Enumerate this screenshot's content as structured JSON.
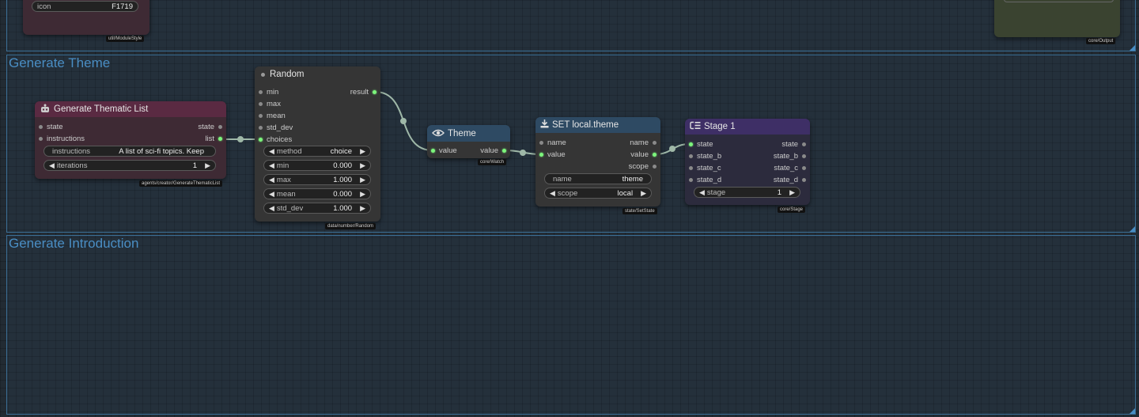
{
  "groups": [
    {
      "title": ""
    },
    {
      "title": "Generate Theme"
    },
    {
      "title": "Generate Introduction"
    }
  ],
  "colors": {
    "thematic_title": "#5a2a42",
    "thematic_body": "#3e2a34",
    "watch_title": "#2e4a63",
    "stage_title": "#3e2f66",
    "stage_body": "#2c2b3d",
    "output_body": "#3a4330",
    "style_body": "#3e2a34",
    "slot_on": "#7cf57c",
    "group_title": "#4a8ec4"
  },
  "style_node": {
    "icon_label": "icon",
    "icon_value": "F1719",
    "tag": "util/ModuleStyle"
  },
  "output_node": {
    "tag": "core/Output"
  },
  "thematic": {
    "title": "Generate Thematic List",
    "icon": "robot-icon",
    "inputs": [
      "state",
      "instructions"
    ],
    "outputs": [
      "state",
      "list"
    ],
    "instructions_label": "instructions",
    "instructions_value": "A list of sci-fi topics. Keep",
    "iterations_label": "iterations",
    "iterations_value": "1",
    "tag": "agents/creator/GenerateThematicList"
  },
  "random": {
    "title": "Random",
    "inputs": [
      "min",
      "max",
      "mean",
      "std_dev",
      "choices"
    ],
    "output": "result",
    "widgets": [
      {
        "label": "method",
        "value": "choice"
      },
      {
        "label": "min",
        "value": "0.000"
      },
      {
        "label": "max",
        "value": "1.000"
      },
      {
        "label": "mean",
        "value": "0.000"
      },
      {
        "label": "std_dev",
        "value": "1.000"
      }
    ],
    "tag": "data/number/Random"
  },
  "watch": {
    "title": "Theme",
    "icon": "eye-icon",
    "input": "value",
    "output": "value",
    "tag": "core/Watch"
  },
  "setstate": {
    "title": "SET local.theme",
    "icon": "download-icon",
    "inputs": [
      "name",
      "value"
    ],
    "outputs": [
      "name",
      "value",
      "scope"
    ],
    "name_label": "name",
    "name_value": "theme",
    "scope_label": "scope",
    "scope_value": "local",
    "tag": "state/SetState"
  },
  "stage": {
    "title": "Stage 1",
    "icon": "stage-icon",
    "inputs": [
      "state",
      "state_b",
      "state_c",
      "state_d"
    ],
    "outputs": [
      "state",
      "state_b",
      "state_c",
      "state_d"
    ],
    "stage_label": "stage",
    "stage_value": "1",
    "tag": "core/Stage"
  }
}
